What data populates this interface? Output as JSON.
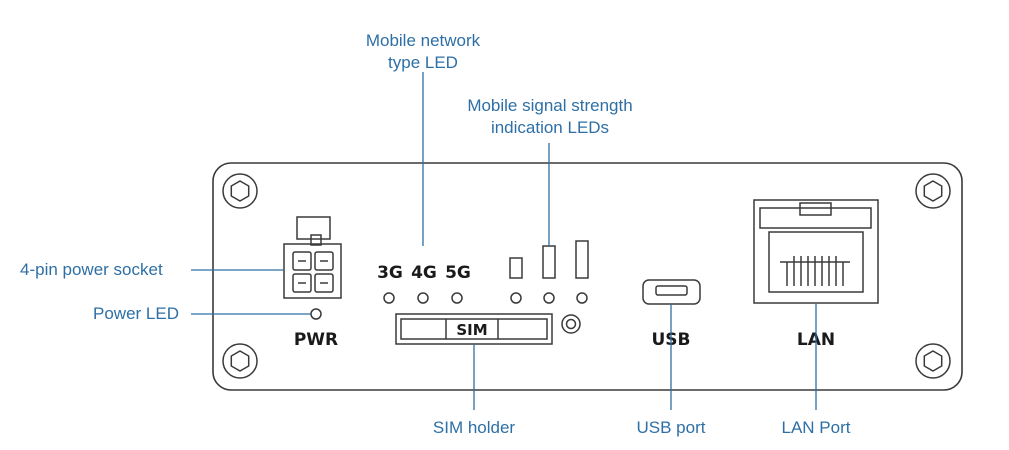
{
  "callouts": {
    "network_type_led_line1": "Mobile network",
    "network_type_led_line2": "type LED",
    "signal_leds_line1": "Mobile signal strength",
    "signal_leds_line2": "indication LEDs",
    "power_socket": "4-pin power socket",
    "power_led": "Power LED",
    "sim_holder": "SIM holder",
    "usb_port": "USB port",
    "lan_port": "LAN Port"
  },
  "panel_labels": {
    "pwr": "PWR",
    "net_3g": "3G",
    "net_4g": "4G",
    "net_5g": "5G",
    "sim": "SIM",
    "usb": "USB",
    "lan": "LAN"
  },
  "colors": {
    "callout_text": "#2e6fa5",
    "leader_line": "#2e6fa5",
    "device_outline": "#3a3a3a"
  }
}
